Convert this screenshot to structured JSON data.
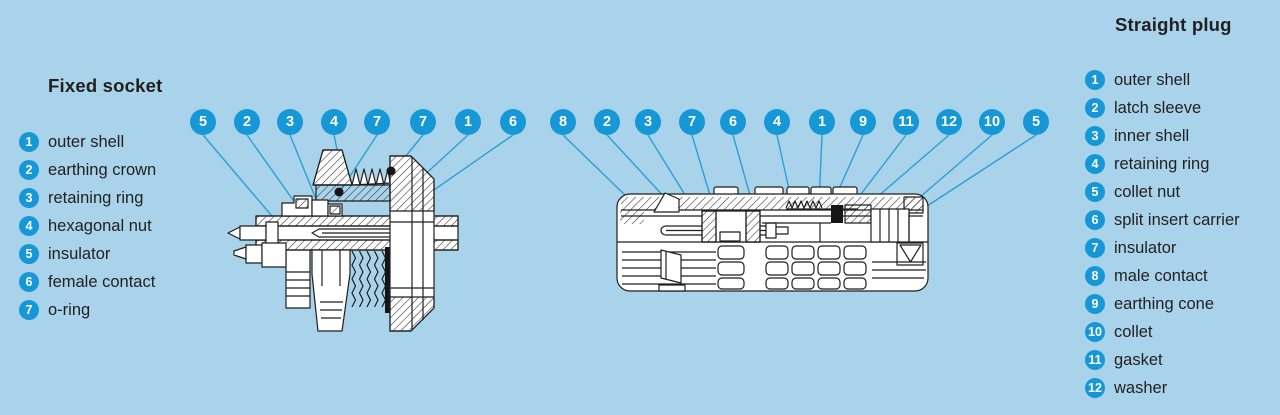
{
  "colors": {
    "background": "#a8d3ea",
    "badge_blue": "#1798d6",
    "leader_line": "#2d9fd6",
    "ink": "#231f20",
    "drawing_fill": "#ffffff",
    "drawing_stroke": "#1f1f1f"
  },
  "fixed_socket": {
    "title": "Fixed socket",
    "legend": [
      {
        "num": "1",
        "label": "outer shell"
      },
      {
        "num": "2",
        "label": "earthing crown"
      },
      {
        "num": "3",
        "label": "retaining ring"
      },
      {
        "num": "4",
        "label": "hexagonal nut"
      },
      {
        "num": "5",
        "label": "insulator"
      },
      {
        "num": "6",
        "label": "female contact"
      },
      {
        "num": "7",
        "label": "o-ring"
      }
    ],
    "callouts": [
      "5",
      "2",
      "3",
      "4",
      "7",
      "7",
      "1",
      "6"
    ]
  },
  "straight_plug": {
    "title": "Straight plug",
    "legend": [
      {
        "num": "1",
        "label": "outer shell"
      },
      {
        "num": "2",
        "label": "latch sleeve"
      },
      {
        "num": "3",
        "label": "inner shell"
      },
      {
        "num": "4",
        "label": "retaining ring"
      },
      {
        "num": "5",
        "label": "collet nut"
      },
      {
        "num": "6",
        "label": "split insert carrier"
      },
      {
        "num": "7",
        "label": "insulator"
      },
      {
        "num": "8",
        "label": "male contact"
      },
      {
        "num": "9",
        "label": "earthing cone"
      },
      {
        "num": "10",
        "label": "collet"
      },
      {
        "num": "11",
        "label": "gasket"
      },
      {
        "num": "12",
        "label": "washer"
      }
    ],
    "callouts": [
      "8",
      "2",
      "3",
      "7",
      "6",
      "4",
      "1",
      "9",
      "11",
      "12",
      "10",
      "5"
    ]
  }
}
